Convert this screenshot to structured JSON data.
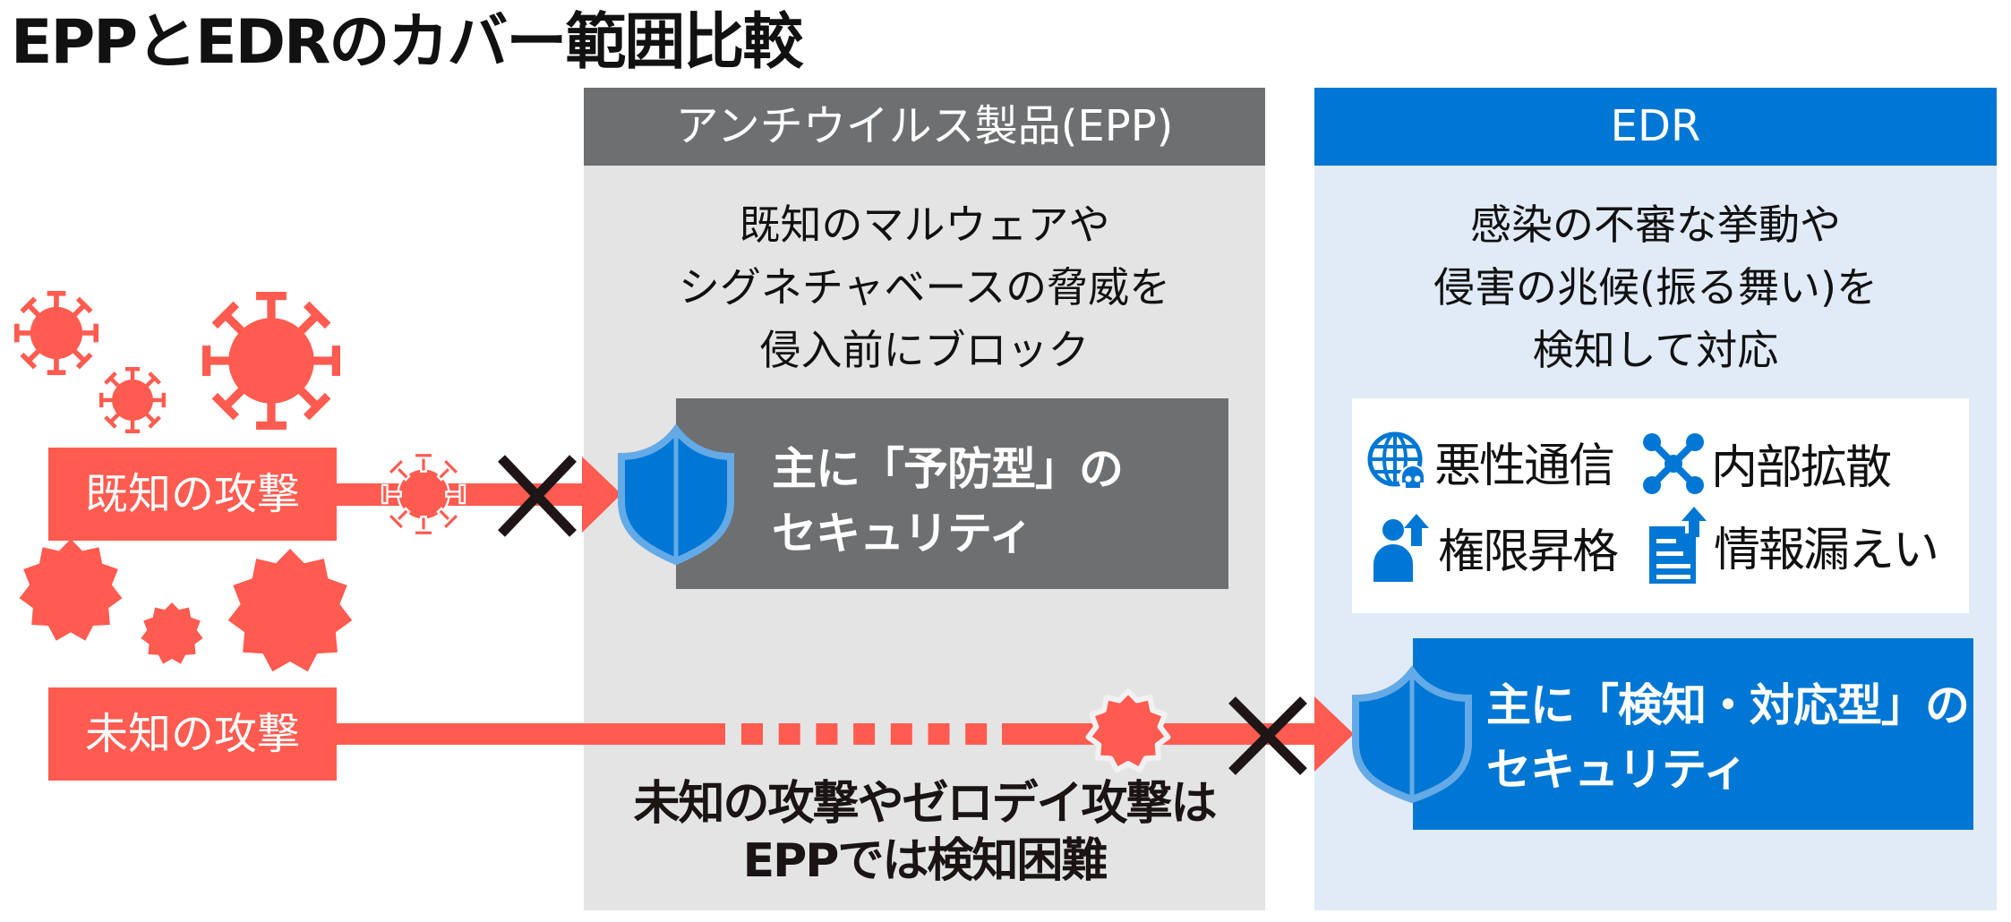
{
  "title": "EPPとEDRのカバー範囲比較",
  "colors": {
    "attack_red": "#ff5b50",
    "epp_gray": "#6e6f71",
    "epp_panel_bg": "#e4e4e4",
    "edr_blue": "#0077d4",
    "edr_panel_bg": "#e1ebf7",
    "shield_outline": "#64aae6",
    "x_mark": "#1e1616"
  },
  "attacks": {
    "known": {
      "label": "既知の攻撃",
      "icon": "virus-icon"
    },
    "unknown": {
      "label": "未知の攻撃",
      "icon": "starburst-malware-icon"
    }
  },
  "epp": {
    "header": "アンチウイルス製品(EPP)",
    "description": [
      "既知のマルウェアや",
      "シグネチャベースの脅威を",
      "侵入前にブロック"
    ],
    "security_type": [
      "主に「予防型」の",
      "セキュリティ"
    ],
    "shield_icon": "shield-icon",
    "bottom_note": [
      "未知の攻撃やゼロデイ攻撃は",
      "EPPでは検知困難"
    ]
  },
  "edr": {
    "header": "EDR",
    "description": [
      "感染の不審な挙動や",
      "侵害の兆候(振る舞い)を",
      "検知して対応"
    ],
    "detections": [
      {
        "icon": "globe-skull-icon",
        "label": "悪性通信"
      },
      {
        "icon": "network-icon",
        "label": "内部拡散"
      },
      {
        "icon": "user-up-arrow-icon",
        "label": "権限昇格"
      },
      {
        "icon": "document-up-arrow-icon",
        "label": "情報漏えい"
      }
    ],
    "security_type": [
      "主に「検知・対応型」の",
      "セキュリティ"
    ],
    "shield_icon": "shield-icon"
  },
  "flows": [
    {
      "from": "known",
      "blocked_by": "EPP"
    },
    {
      "from": "unknown",
      "passes": "EPP",
      "blocked_by": "EDR"
    }
  ]
}
